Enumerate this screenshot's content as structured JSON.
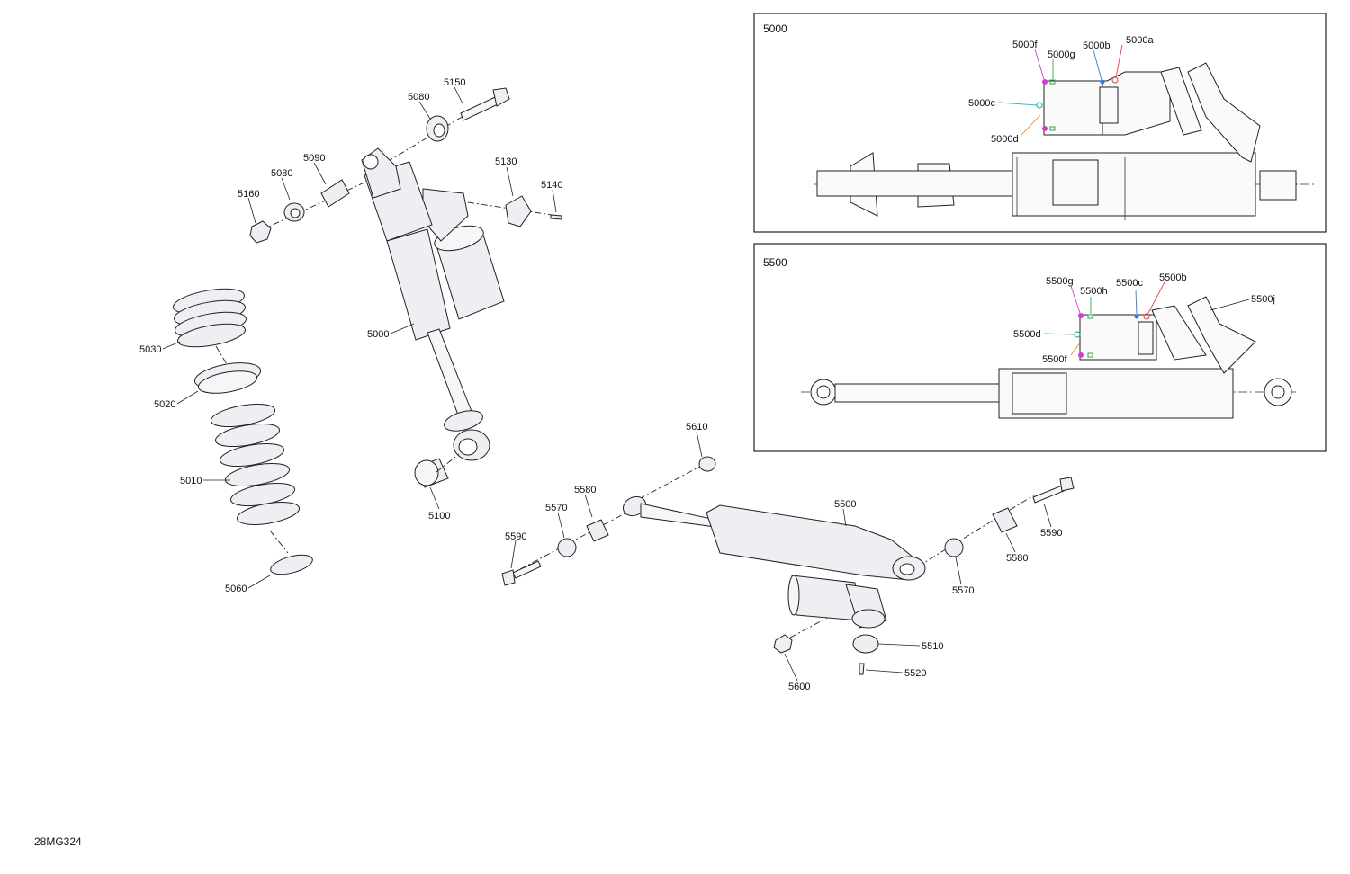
{
  "document_code": "28MG324",
  "inset_top": {
    "title": "5000",
    "callouts": [
      "5000a",
      "5000b",
      "5000c",
      "5000d",
      "5000f",
      "5000g"
    ]
  },
  "inset_bottom": {
    "title": "5500",
    "callouts": [
      "5500b",
      "5500c",
      "5500d",
      "5500f",
      "5500g",
      "5500h",
      "5500j"
    ]
  },
  "part_labels": {
    "p5150": "5150",
    "p5080a": "5080",
    "p5090": "5090",
    "p5080b": "5080",
    "p5160": "5160",
    "p5130": "5130",
    "p5140": "5140",
    "p5000": "5000",
    "p5030": "5030",
    "p5020": "5020",
    "p5010": "5010",
    "p5060": "5060",
    "p5100": "5100",
    "p5610": "5610",
    "p5580a": "5580",
    "p5570a": "5570",
    "p5590a": "5590",
    "p5500": "5500",
    "p5590b": "5590",
    "p5580b": "5580",
    "p5570b": "5570",
    "p5510": "5510",
    "p5520": "5520",
    "p5600": "5600"
  },
  "callout_colors": {
    "a": "#e8443a",
    "b": "#2a7de1",
    "c": "#1fb8b0",
    "d": "#f08a24",
    "f": "#d63ad6",
    "g": "#2eaa3c",
    "h": "#2eaa3c",
    "j": "#222222"
  }
}
